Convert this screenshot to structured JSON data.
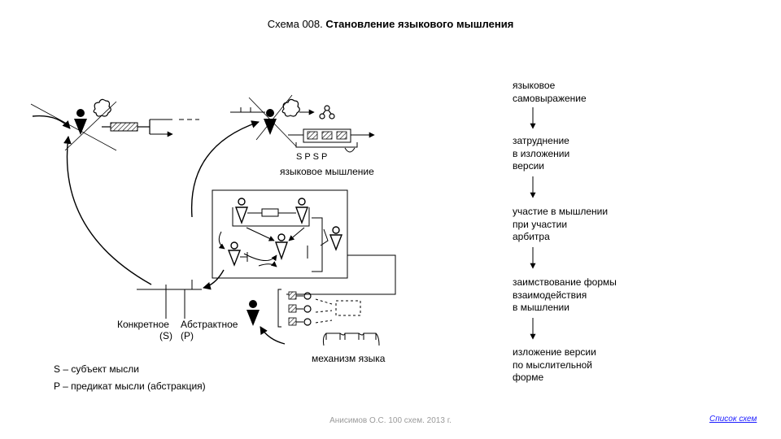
{
  "title": {
    "prefix": "Схема 008.",
    "main": "Становление языкового мышления"
  },
  "labels": {
    "sp_row": "S  P  S       P",
    "language_thinking": "языковое мышление",
    "concrete": "Конкретное",
    "abstract": "Абстрактное",
    "s_mark": "(S)",
    "p_mark": "(P)",
    "language_mechanism": "механизм языка",
    "s_definition": "S – субъект мысли",
    "p_definition": "P – предикат мысли (абстракция)"
  },
  "flow_steps": [
    {
      "line1": "языковое",
      "line2": "самовыражение",
      "line3": ""
    },
    {
      "line1": "затруднение",
      "line2": "в изложении",
      "line3": "версии"
    },
    {
      "line1": "участие в мышлении",
      "line2": "при участии",
      "line3": "арбитра"
    },
    {
      "line1": "заимствование формы",
      "line2": "взаимодействия",
      "line3": "в мышлении"
    },
    {
      "line1": "изложение версии",
      "line2": "по мыслительной",
      "line3": "форме"
    }
  ],
  "footer": "Анисимов О.С. 100 схем. 2013 г.",
  "link": "Список схем"
}
